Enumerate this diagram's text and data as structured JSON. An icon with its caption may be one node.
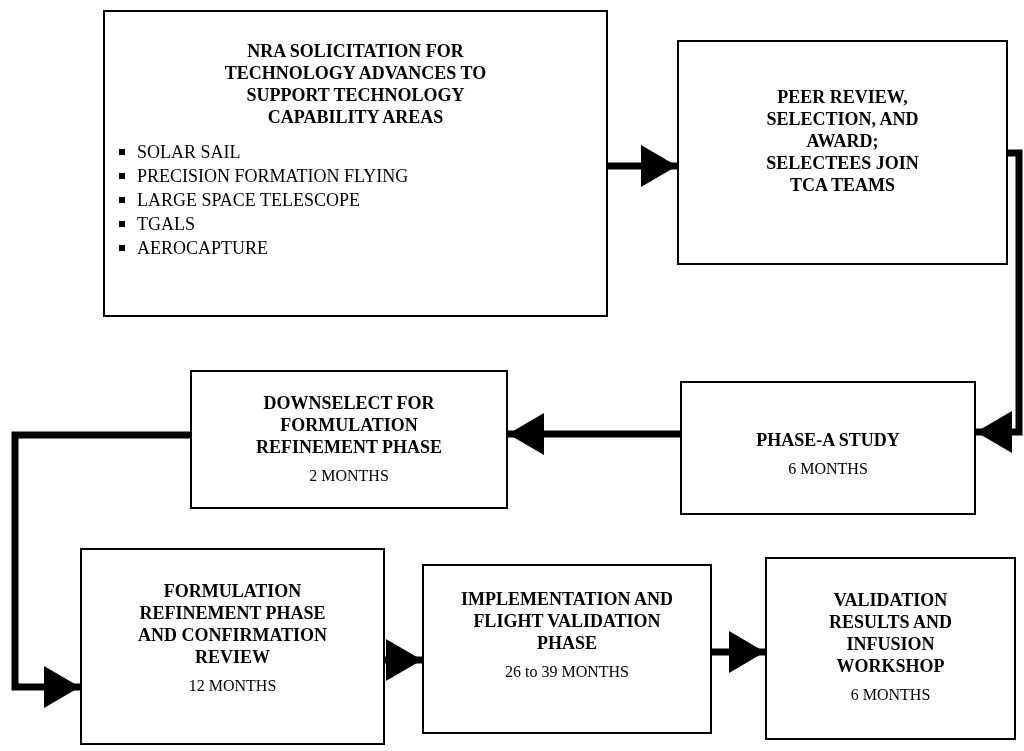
{
  "diagram": {
    "nodes": [
      {
        "text": [
          "NRA SOLICITATION FOR TECHNOLOGY ADVANCES TO SUPPORT TECHNOLOGY CAPABILITY AREAS",
          "SOLAR SAIL",
          "PRECISION FORMATION FLYING",
          "LARGE SPACE TELESCOPE",
          "TGALS",
          "AEROCAPTURE"
        ]
      },
      {
        "text": [
          "PEER REVIEW, SELECTION, AND AWARD; SELECTEES JOIN TCA TEAMS"
        ]
      },
      {
        "text": [
          "DOWNSELECT FOR FORMULATION REFINEMENT PHASE",
          "2 MONTHS"
        ]
      },
      {
        "text": [
          "PHASE-A STUDY",
          "6 MONTHS"
        ]
      },
      {
        "text": [
          "FORMULATION REFINEMENT PHASE AND CONFIRMATION REVIEW",
          "12 MONTHS"
        ]
      },
      {
        "text": [
          "IMPLEMENTATION AND FLIGHT VALIDATION PHASE",
          "26 to 39 MONTHS"
        ]
      },
      {
        "text": [
          "VALIDATION RESULTS AND INFUSION WORKSHOP",
          "6 MONTHS"
        ]
      }
    ],
    "edges": [
      {
        "from": 0,
        "to": 1,
        "arrow": "to"
      },
      {
        "from": 1,
        "to": 3,
        "arrow": "to"
      },
      {
        "from": 3,
        "to": 2,
        "arrow": "to"
      },
      {
        "from": 2,
        "to": 4,
        "arrow": "to"
      },
      {
        "from": 4,
        "to": 5,
        "arrow": "to"
      },
      {
        "from": 5,
        "to": 6,
        "arrow": "to"
      }
    ]
  }
}
